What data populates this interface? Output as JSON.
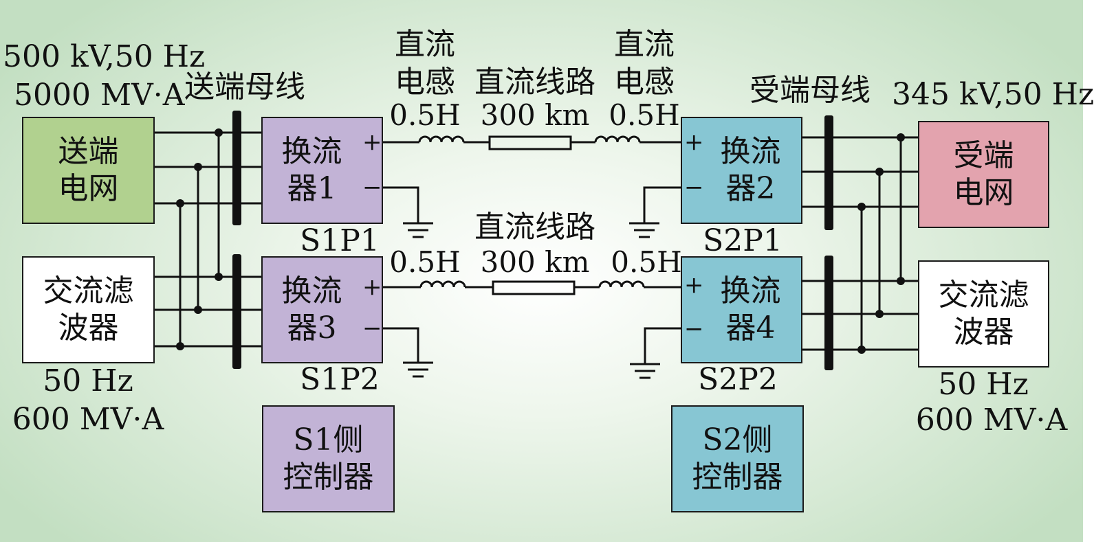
{
  "sending_grid": {
    "rating_line1": "500 kV,50 Hz",
    "rating_line2": "5000 MV·A",
    "name_line1": "送端",
    "name_line2": "电网",
    "color": "#b1d18f"
  },
  "receiving_grid": {
    "rating": "345 kV,50 Hz",
    "name_line1": "受端",
    "name_line2": "电网",
    "color": "#e3a3ae"
  },
  "sending_filter": {
    "name_line1": "交流滤",
    "name_line2": "波器",
    "freq": "50 Hz",
    "capacity": "600 MV·A"
  },
  "receiving_filter": {
    "name_line1": "交流滤",
    "name_line2": "波器",
    "freq": "50 Hz",
    "capacity": "600 MV·A"
  },
  "sending_bus": "送端母线",
  "receiving_bus": "受端母线",
  "converters": {
    "c1": {
      "line1": "换流",
      "line2": "器1",
      "pole": "S1P1"
    },
    "c2": {
      "line1": "换流",
      "line2": "器2",
      "pole": "S2P1"
    },
    "c3": {
      "line1": "换流",
      "line2": "器3",
      "pole": "S1P2"
    },
    "c4": {
      "line1": "换流",
      "line2": "器4",
      "pole": "S2P2"
    }
  },
  "dc_inductor_label_line1": "直流",
  "dc_inductor_label_line2": "电感",
  "dc_line_label": "直流线路",
  "line1": {
    "inductance_left": "0.5H",
    "inductance_right": "0.5H",
    "length": "300 km"
  },
  "line2": {
    "inductance_left": "0.5H",
    "inductance_right": "0.5H",
    "length": "300 km"
  },
  "controllers": {
    "s1": {
      "line1": "S1侧",
      "line2": "控制器"
    },
    "s2": {
      "line1": "S2侧",
      "line2": "控制器"
    }
  },
  "signs": {
    "plus": "+",
    "minus": "−"
  },
  "colors": {
    "converter_send": "#c2b3d6",
    "converter_recv": "#87c6d3",
    "filter": "#ffffff",
    "line": "#111111"
  }
}
